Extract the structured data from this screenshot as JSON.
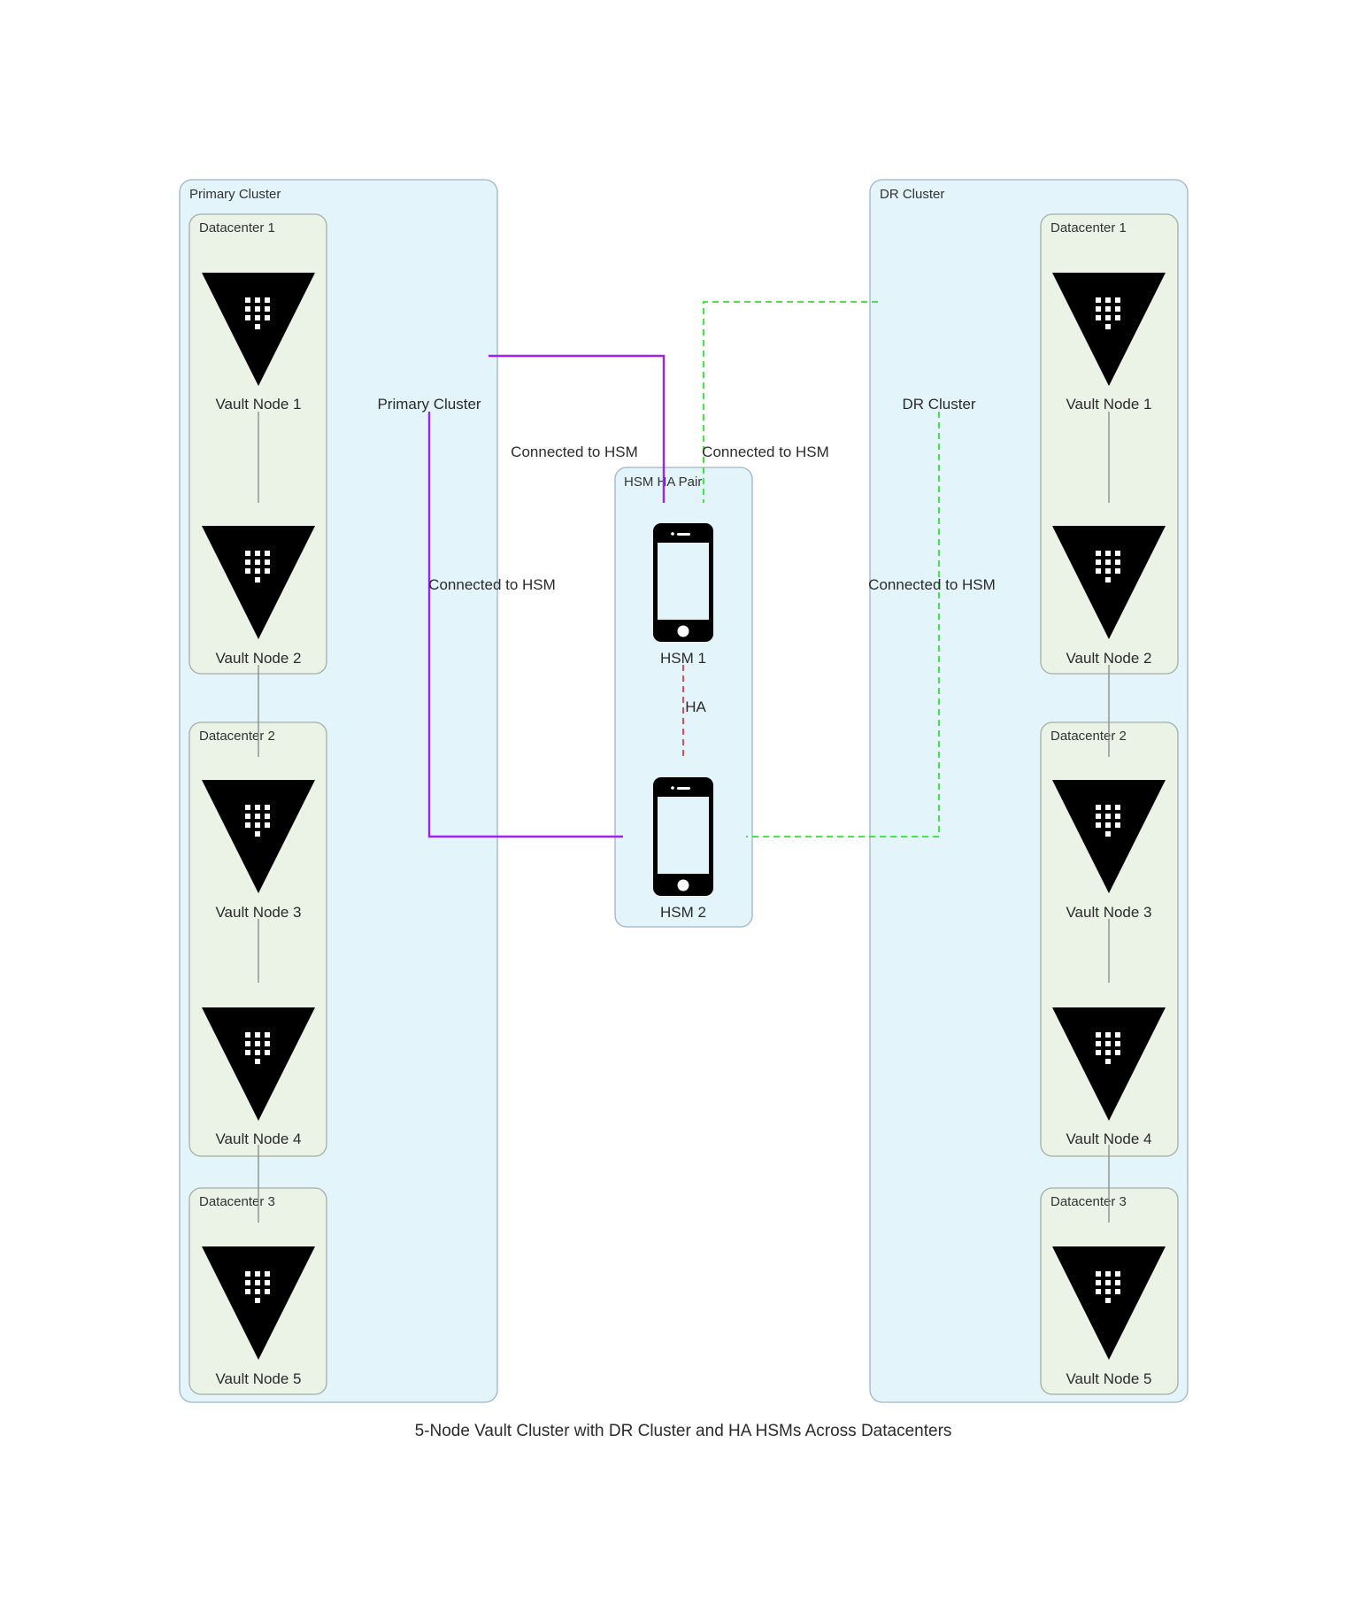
{
  "caption": "5-Node Vault Cluster with DR Cluster and HA HSMs Across Datacenters",
  "primary": {
    "title": "Primary Cluster",
    "node_label": "Primary Cluster",
    "datacenters": [
      "Datacenter 1",
      "Datacenter 2",
      "Datacenter 3"
    ],
    "nodes": [
      "Vault Node 1",
      "Vault Node 2",
      "Vault Node 3",
      "Vault Node 4",
      "Vault Node 5"
    ]
  },
  "dr": {
    "title": "DR Cluster",
    "node_label": "DR Cluster",
    "datacenters": [
      "Datacenter 1",
      "Datacenter 2",
      "Datacenter 3"
    ],
    "nodes": [
      "Vault Node 1",
      "Vault Node 2",
      "Vault Node 3",
      "Vault Node 4",
      "Vault Node 5"
    ]
  },
  "hsm": {
    "title": "HSM HA Pair",
    "nodes": [
      "HSM 1",
      "HSM 2"
    ],
    "ha_label": "HA"
  },
  "edges": {
    "primary_hsm1": "Connected to HSM",
    "dr_hsm1": "Connected to HSM",
    "primary_hsm2": "Connected to HSM",
    "dr_hsm2": "Connected to HSM"
  },
  "colors": {
    "primary_link": "#a020f0",
    "dr_link": "#33e033",
    "ha_link": "#e8202a",
    "cluster_fill": "#e3f4fb",
    "datacenter_fill": "#ebf2e6"
  },
  "icons": {
    "vault_node": "vault-triangle-icon",
    "hsm": "smartphone-icon"
  }
}
